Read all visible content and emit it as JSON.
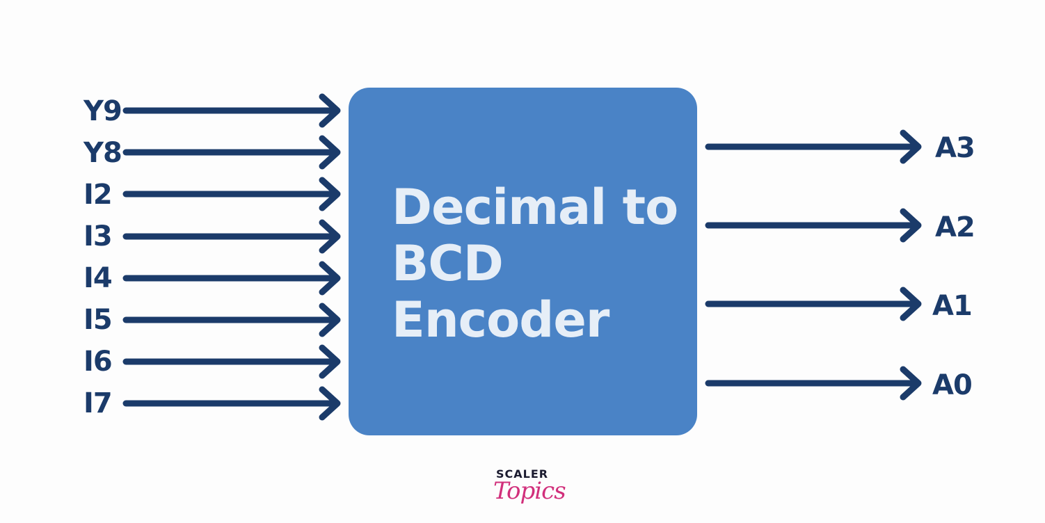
{
  "encoder": {
    "title_lines": [
      "Decimal to",
      "BCD",
      "Encoder"
    ]
  },
  "inputs": [
    {
      "label": "Y9"
    },
    {
      "label": "Y8"
    },
    {
      "label": "I2"
    },
    {
      "label": "I3"
    },
    {
      "label": "I4"
    },
    {
      "label": "I5"
    },
    {
      "label": "I6"
    },
    {
      "label": "I7"
    }
  ],
  "outputs": [
    {
      "label": "A3"
    },
    {
      "label": "A2"
    },
    {
      "label": "A1"
    },
    {
      "label": "A0"
    }
  ],
  "logo": {
    "brand_top": "SCALER",
    "brand_bottom": "Topics"
  },
  "colors": {
    "box_fill": "#4a83c6",
    "box_text": "#e6eef7",
    "arrow": "#1b3b6a",
    "logo_accent": "#d12f7b"
  }
}
